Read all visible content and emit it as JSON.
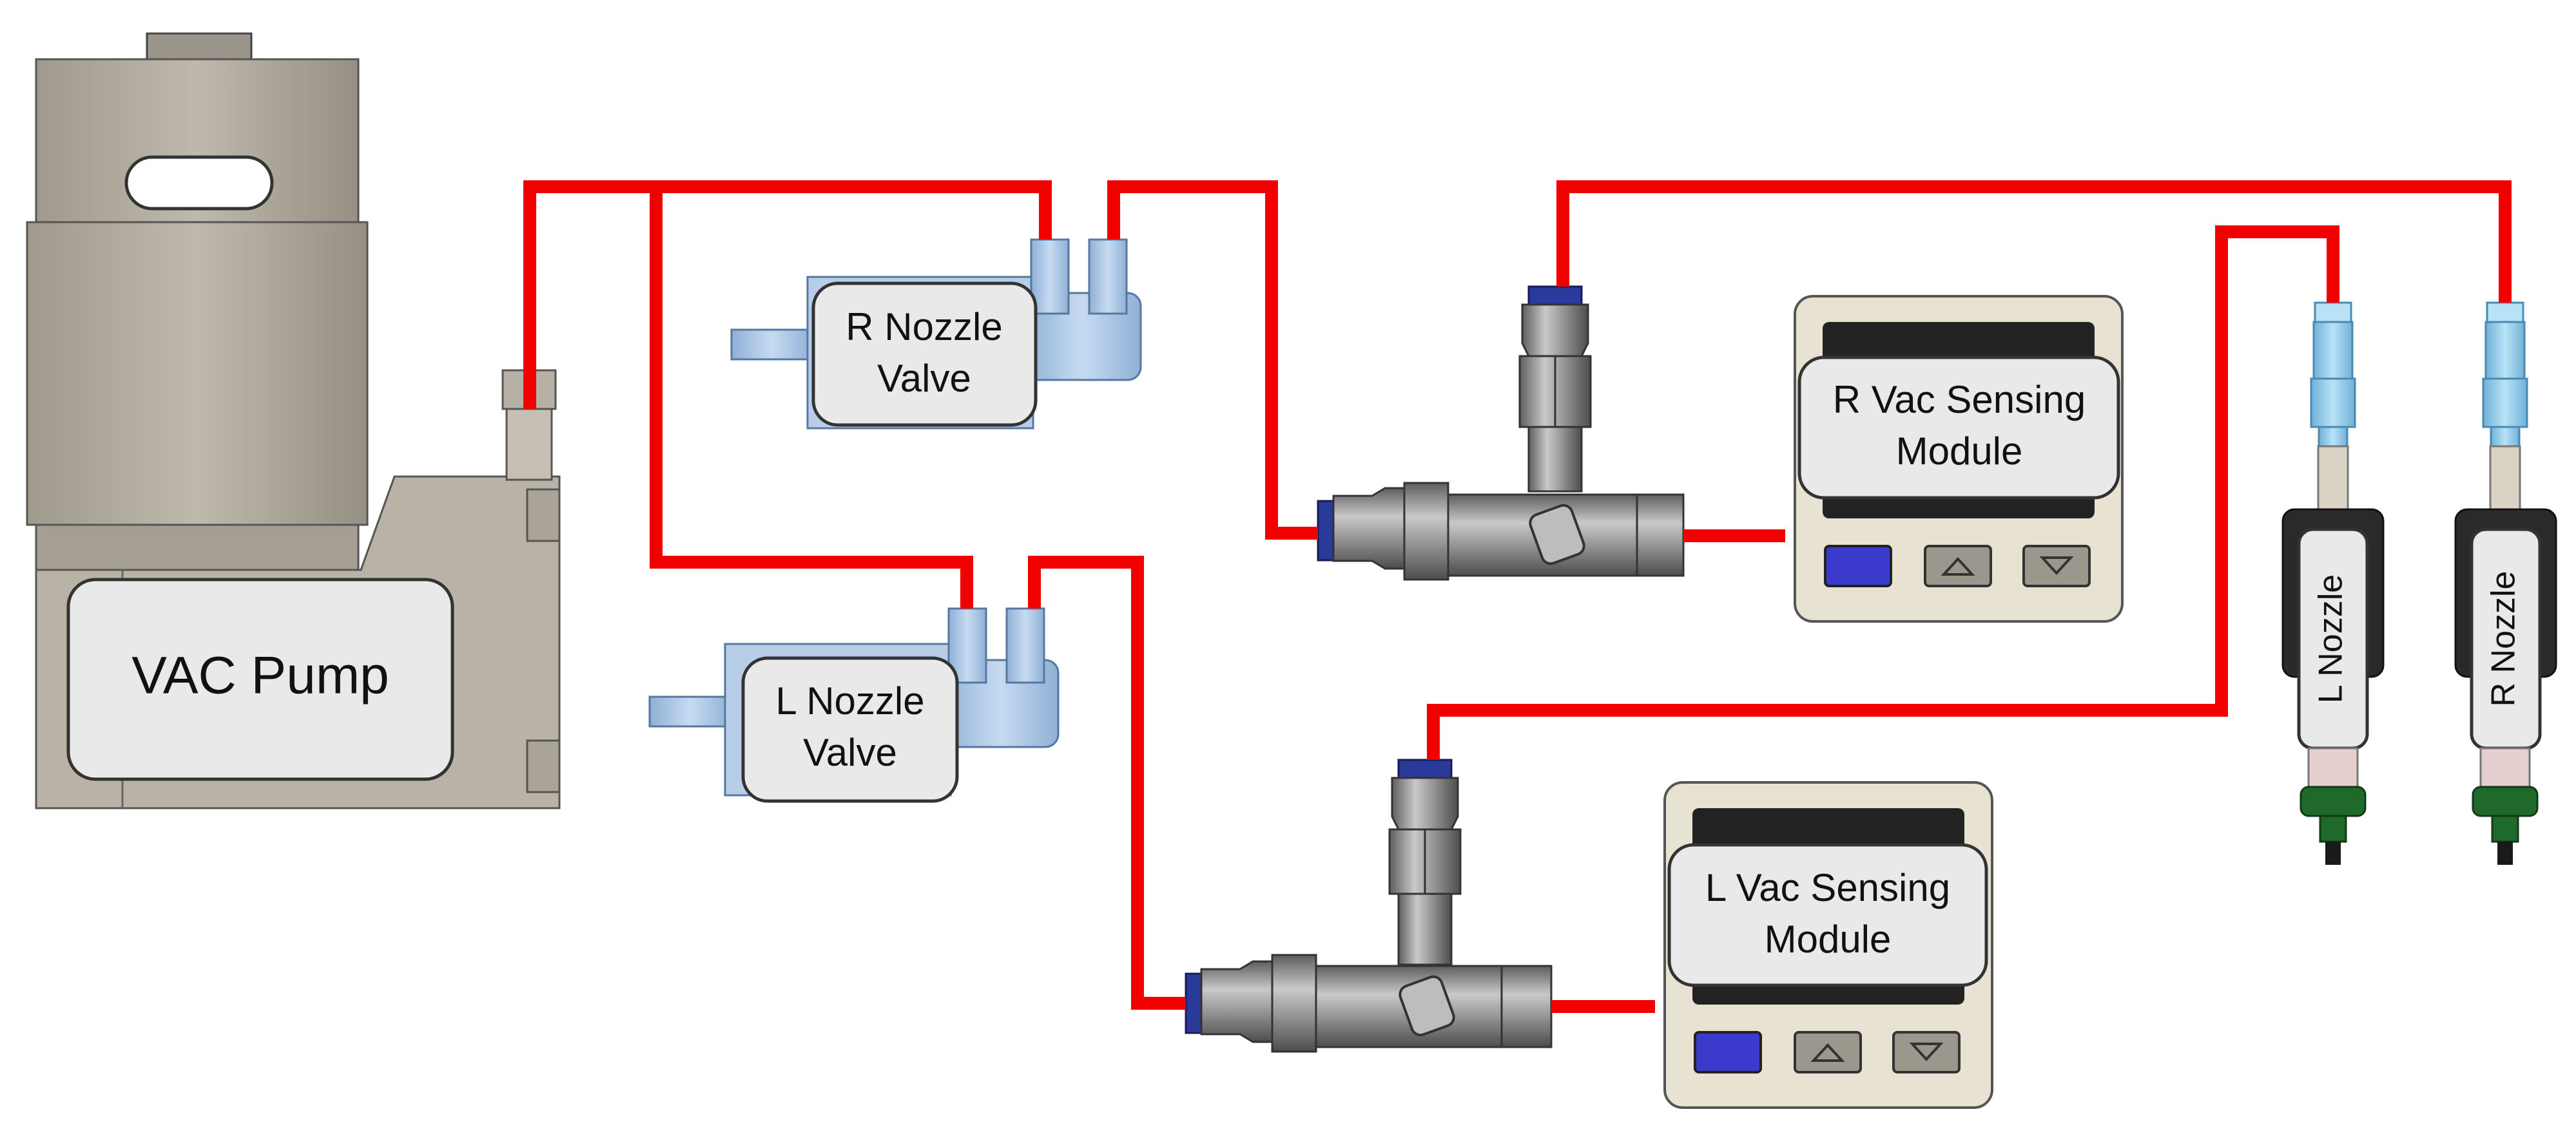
{
  "components": {
    "vac_pump": {
      "label": "VAC Pump"
    },
    "r_nozzle_valve": {
      "label_line1": "R Nozzle",
      "label_line2": "Valve"
    },
    "l_nozzle_valve": {
      "label_line1": "L Nozzle",
      "label_line2": "Valve"
    },
    "r_vac_sensing_module": {
      "label_line1": "R Vac Sensing",
      "label_line2": "Module"
    },
    "l_vac_sensing_module": {
      "label_line1": "L Vac Sensing",
      "label_line2": "Module"
    },
    "l_nozzle": {
      "label": "L Nozzle"
    },
    "r_nozzle": {
      "label": "R Nozzle"
    }
  },
  "colors": {
    "tubing": "#f20000",
    "pump_body": "#b4ada2",
    "valve_body": "#a9c3e2",
    "module_housing": "#e8e2d3",
    "fitting_metal": "#8c8c8c",
    "button_blue": "#3a3acc"
  }
}
